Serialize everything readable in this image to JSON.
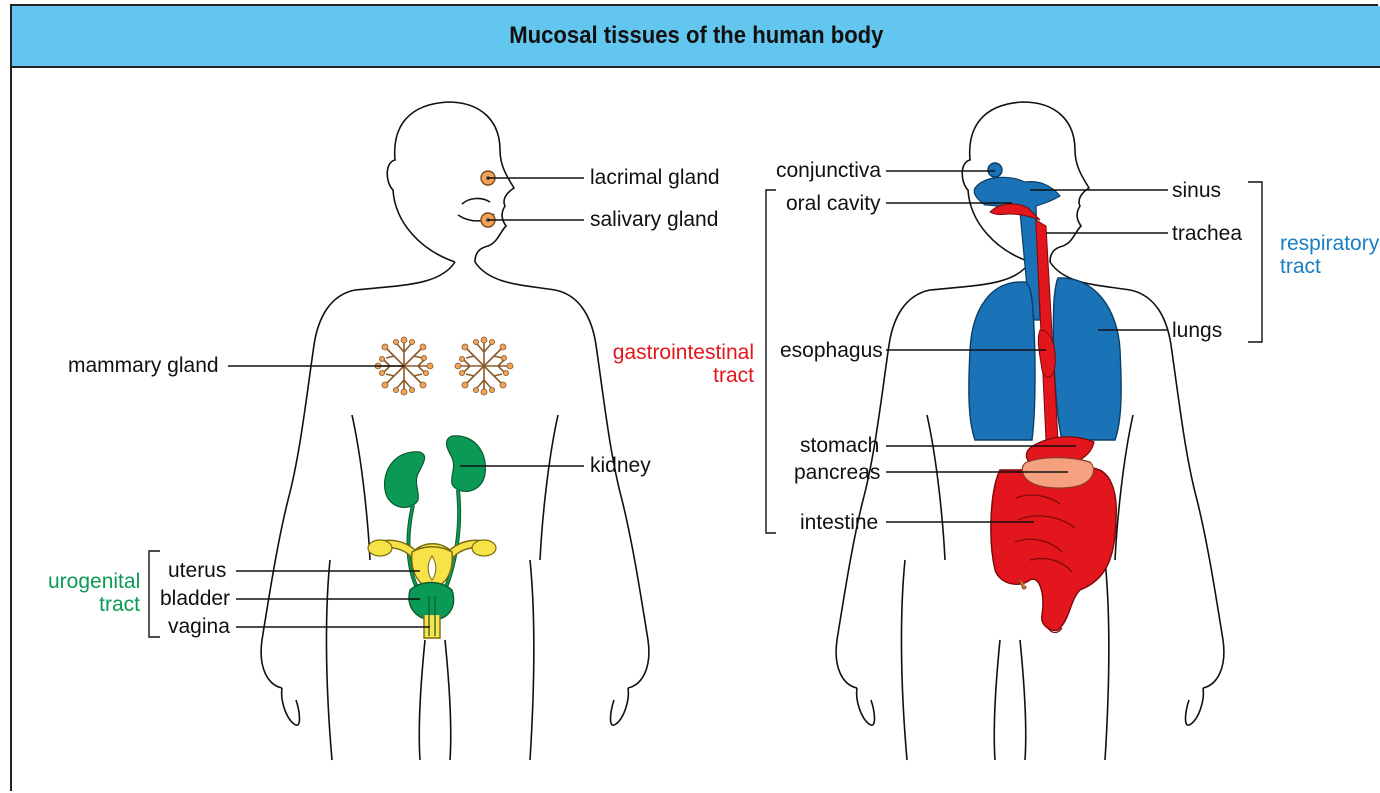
{
  "title": "Mucosal tissues of the human body",
  "labels": {
    "lacrimal": "lacrimal gland",
    "salivary": "salivary gland",
    "mammary": "mammary gland",
    "kidney": "kidney",
    "uterus": "uterus",
    "bladder": "bladder",
    "vagina": "vagina",
    "conjunctiva": "conjunctiva",
    "oral_cavity": "oral cavity",
    "sinus": "sinus",
    "trachea": "trachea",
    "lungs": "lungs",
    "esophagus": "esophagus",
    "stomach": "stomach",
    "pancreas": "pancreas",
    "intestine": "intestine"
  },
  "groups": {
    "urogenital": {
      "line1": "urogenital",
      "line2": "tract",
      "color": "#0a9a55"
    },
    "gastrointestinal": {
      "line1": "gastrointestinal",
      "line2": "tract",
      "color": "#e3151d"
    },
    "respiratory": {
      "line1": "respiratory",
      "line2": "tract",
      "color": "#1a7fc1"
    }
  },
  "colors": {
    "banner": "#62c6ef",
    "gland": "#f0a35a",
    "kidney": "#0a9a55",
    "uterus": "#f7e24a",
    "airway": "#1a73b6",
    "gut": "#e3151d",
    "pancreas": "#f5a07f"
  }
}
